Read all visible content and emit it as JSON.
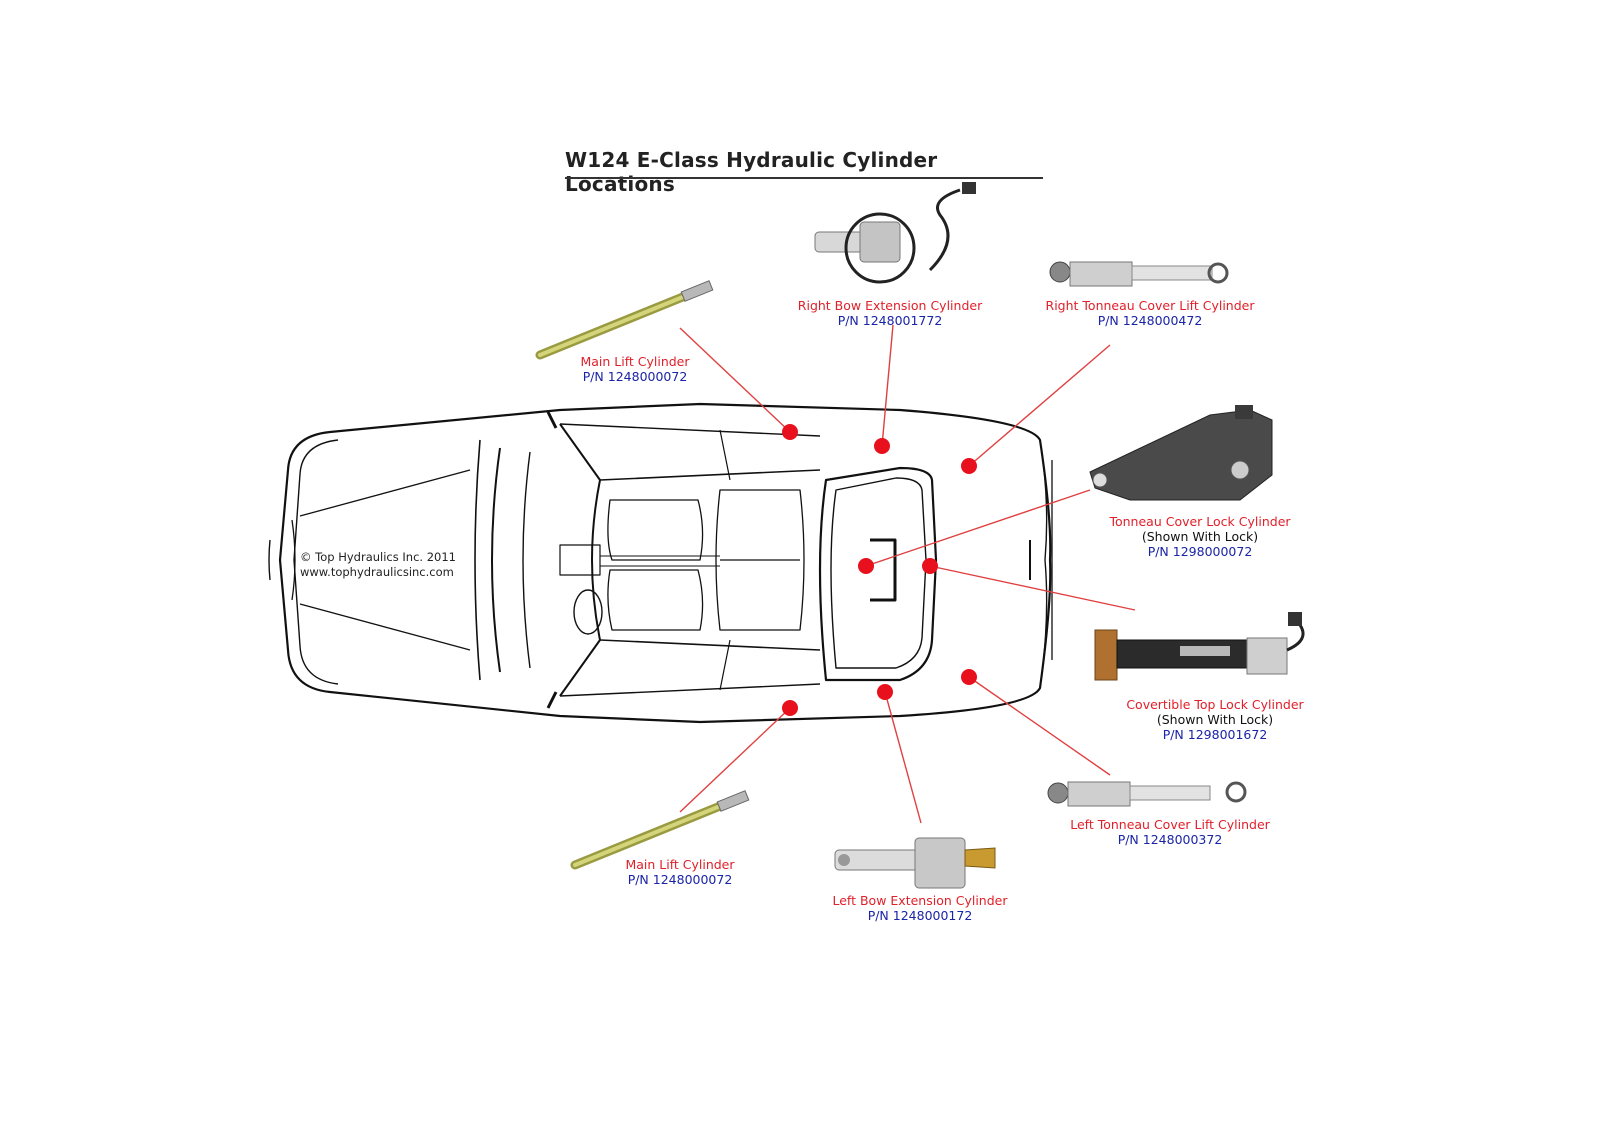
{
  "title": "W124 E-Class Hydraulic Cylinder Locations",
  "copyright": {
    "line1": "© Top Hydraulics Inc. 2011",
    "line2": "www.tophydraulicsinc.com"
  },
  "parts": [
    {
      "id": "right-bow",
      "name": "Right Bow Extension Cylinder",
      "note": "",
      "pn": "P/N 1248001772"
    },
    {
      "id": "right-tonneau",
      "name": "Right Tonneau Cover Lift Cylinder",
      "note": "",
      "pn": "P/N 1248000472"
    },
    {
      "id": "main-lift-top",
      "name": "Main Lift Cylinder",
      "note": "",
      "pn": "P/N 1248000072"
    },
    {
      "id": "tonneau-lock",
      "name": "Tonneau Cover Lock Cylinder",
      "note": "(Shown With Lock)",
      "pn": "P/N 1298000072"
    },
    {
      "id": "top-lock",
      "name": "Covertible Top Lock Cylinder",
      "note": "(Shown With Lock)",
      "pn": "P/N 1298001672"
    },
    {
      "id": "left-tonneau",
      "name": "Left Tonneau Cover Lift Cylinder",
      "note": "",
      "pn": "P/N 1248000372"
    },
    {
      "id": "main-lift-bottom",
      "name": "Main Lift Cylinder",
      "note": "",
      "pn": "P/N 1248000072"
    },
    {
      "id": "left-bow",
      "name": "Left Bow Extension Cylinder",
      "note": "",
      "pn": "P/N 1248000172"
    }
  ],
  "colors": {
    "marker": "#e8101c",
    "leader": "#e04040",
    "label_name": "#e0202a",
    "label_pn": "#1a24a8"
  }
}
